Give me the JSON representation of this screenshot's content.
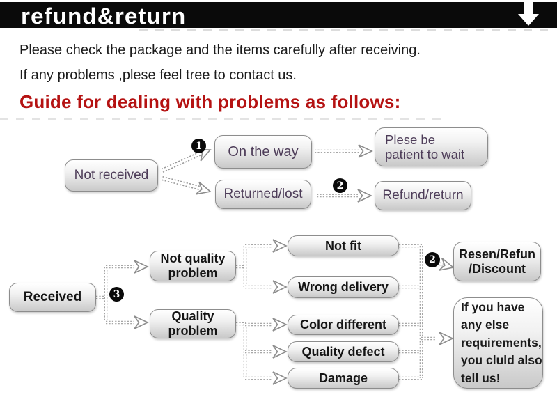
{
  "banner": {
    "title": "refund&return",
    "icon": "down-arrow"
  },
  "intro": {
    "line1": "Please check the package and the items carefully after receiving.",
    "line2": "If any problems ,plese feel tree to contact us.",
    "heading": "Guide for dealing with problems as follows:"
  },
  "badges": {
    "one": "1",
    "two": "2",
    "three": "3"
  },
  "flow1": {
    "not_received": "Not received",
    "on_the_way": "On the way",
    "returned_lost": "Returned/lost",
    "patient": [
      "Plese be",
      "patient to wait"
    ],
    "refund_return": "Refund/return"
  },
  "flow2": {
    "received": "Received",
    "not_quality_problem": [
      "Not quality",
      "problem"
    ],
    "quality_problem": [
      "Quality",
      "problem"
    ],
    "not_fit": "Not fit",
    "wrong_delivery": "Wrong delivery",
    "color_different": "Color different",
    "quality_defect": "Quality defect",
    "damage": "Damage",
    "resen_refun": [
      "Resen/Refun",
      "/Discount"
    ],
    "note": [
      "If you have",
      "any else",
      "requirements,",
      "you cluld also",
      "tell us!"
    ]
  },
  "colors": {
    "banner_bg": "#0a0a0a",
    "heading_red": "#b51212",
    "purple_text": "#4d3c58",
    "black_text": "#151515",
    "box_border": "#8d8d8d",
    "connector": "#9a9a9a"
  }
}
